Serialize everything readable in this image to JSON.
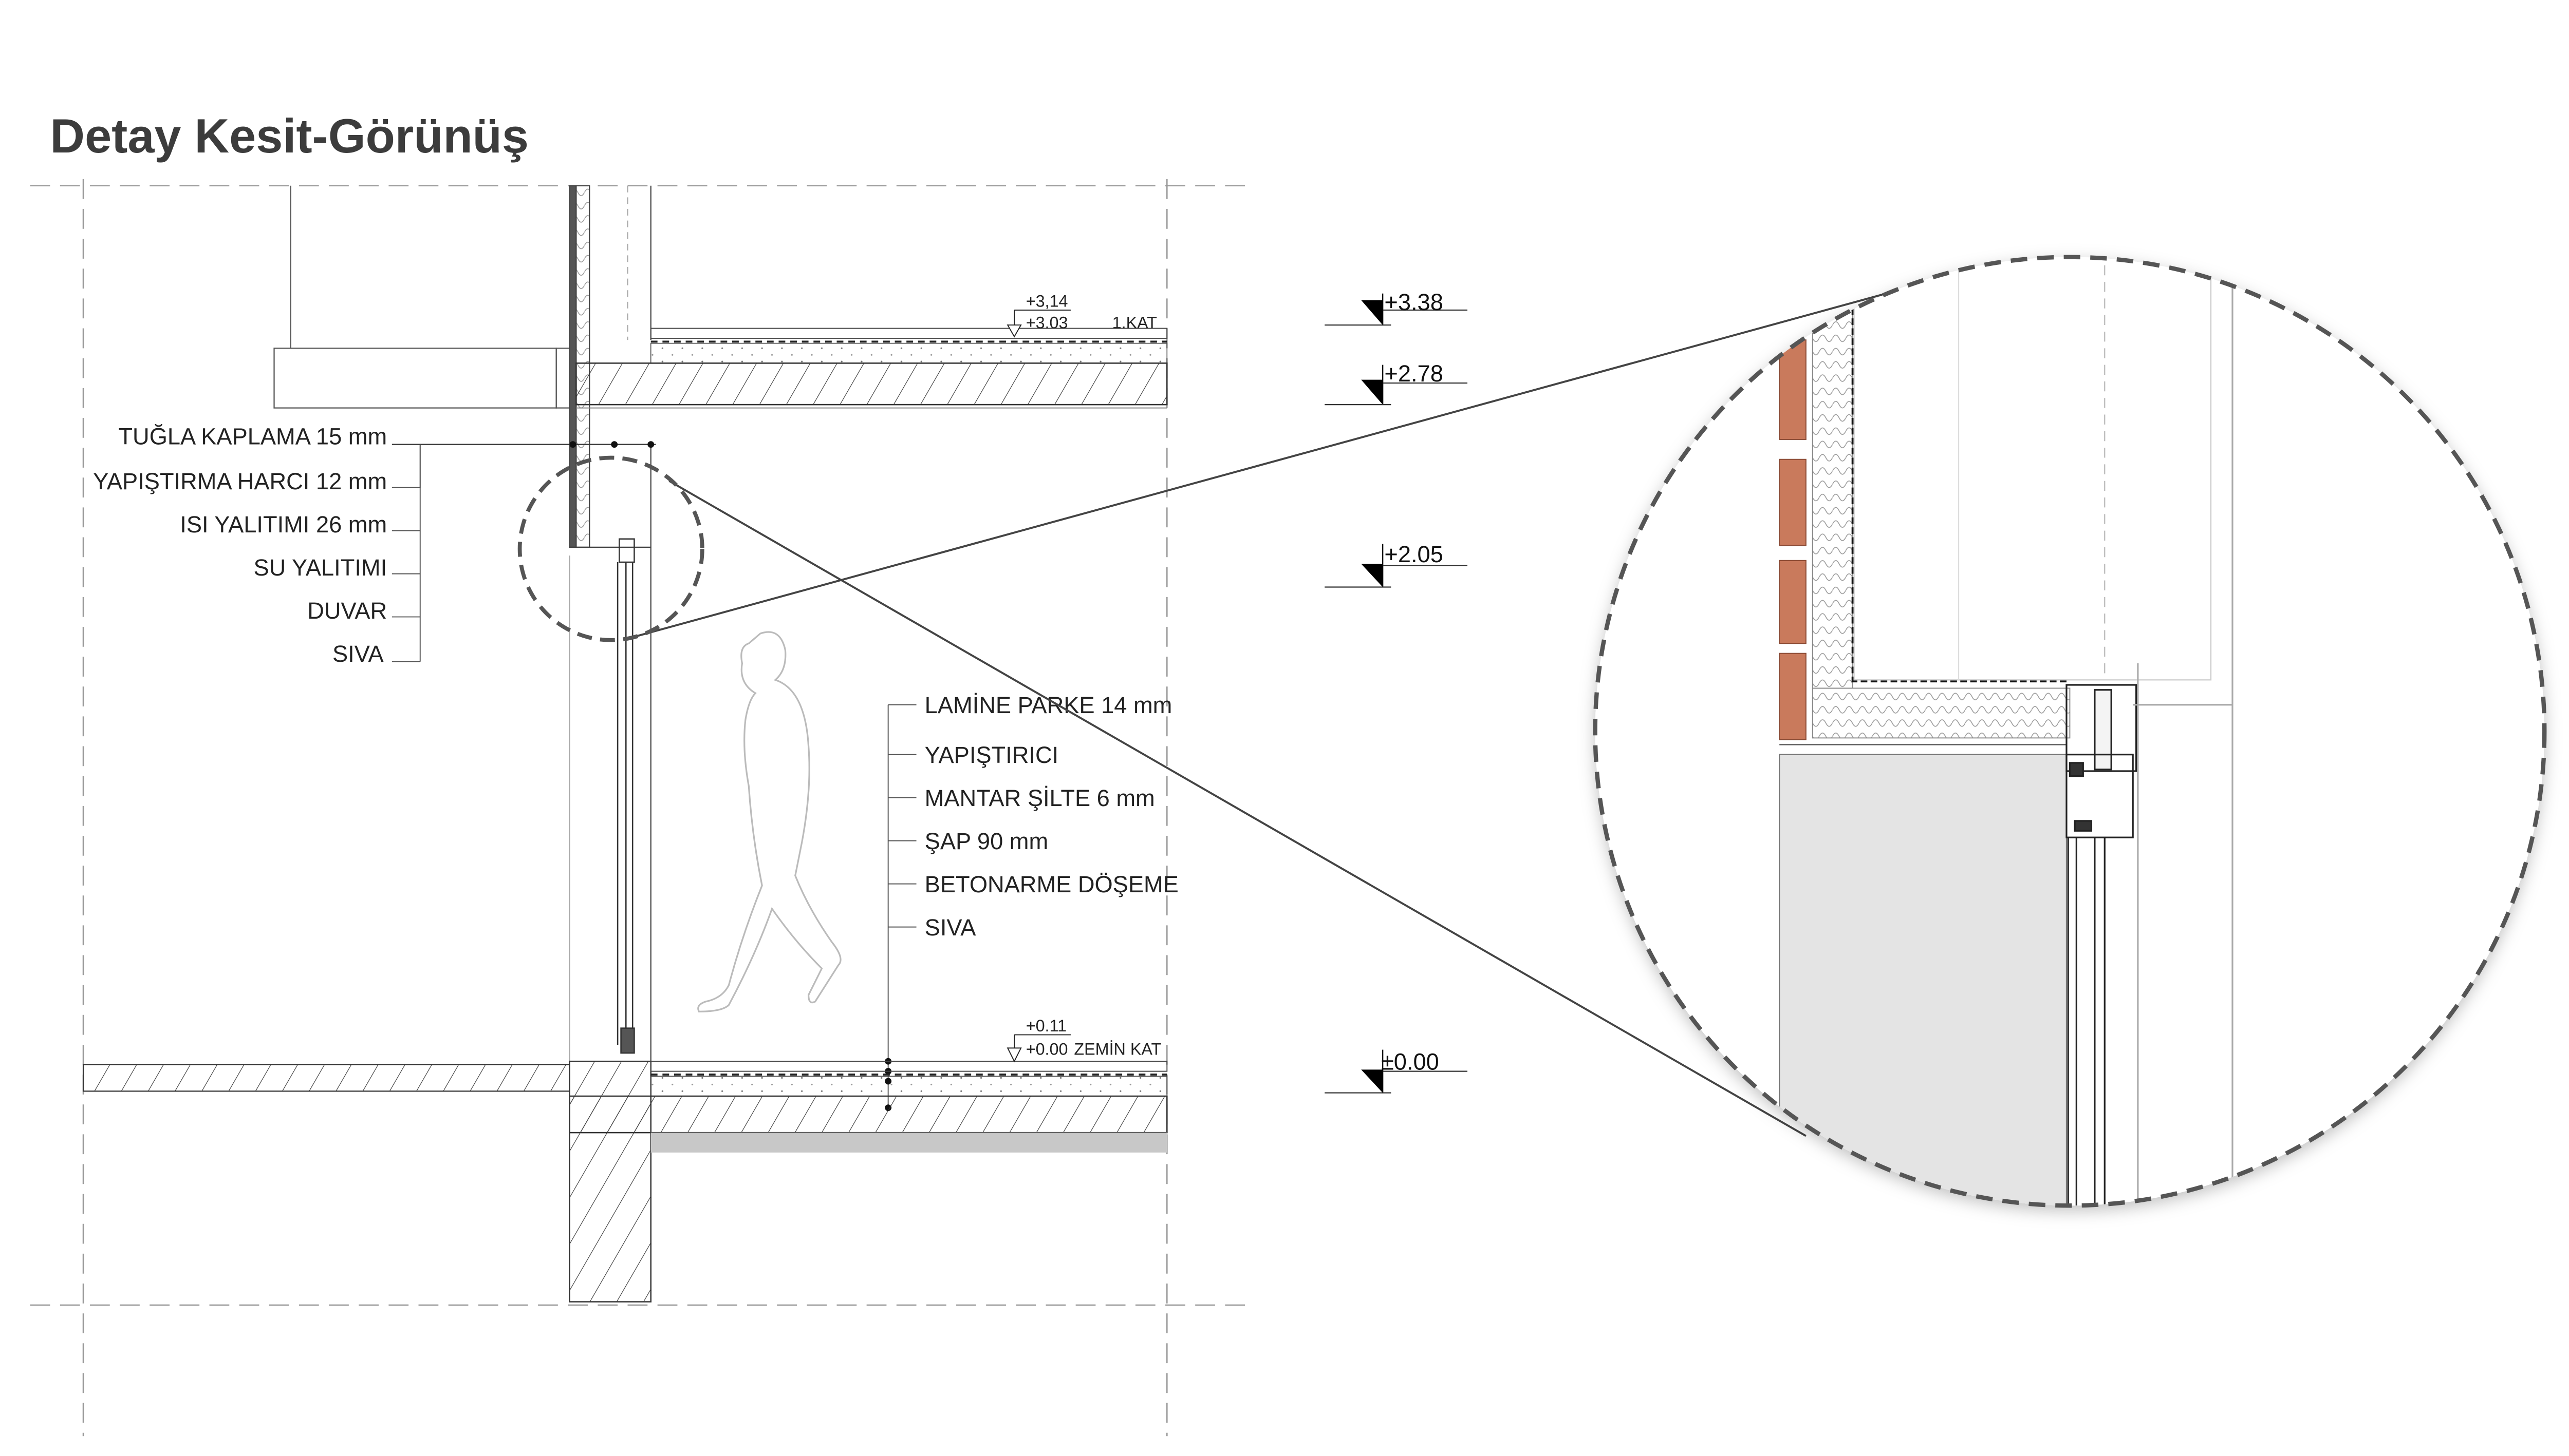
{
  "title": "Detay Kesit-Görünüş",
  "wall_layers": [
    "TUĞLA KAPLAMA 15 mm",
    "YAPIŞTIRMA HARCI 12 mm",
    "ISI YALITIMI 26 mm",
    "SU YALITIMI",
    "DUVAR",
    "SIVA"
  ],
  "floor_layers": [
    "LAMİNE PARKE 14 mm",
    "YAPIŞTIRICI",
    "MANTAR ŞİLTE 6 mm",
    "ŞAP 90 mm",
    "BETONARME DÖŞEME",
    "SIVA"
  ],
  "upper_floor": {
    "top": "+3,14",
    "bottom": "+3.03",
    "name": "1.KAT"
  },
  "ground_floor": {
    "top": "+0.11",
    "bottom": "+0.00",
    "name": "ZEMİN KAT"
  },
  "levels": [
    "+3.38",
    "+2.78",
    "+2.05",
    "±0.00"
  ],
  "colors": {
    "brick": "#c97a5c",
    "concrete": "#e4e4e4",
    "slab_gray": "#c8c8c8",
    "title": "#3c3c3c"
  }
}
